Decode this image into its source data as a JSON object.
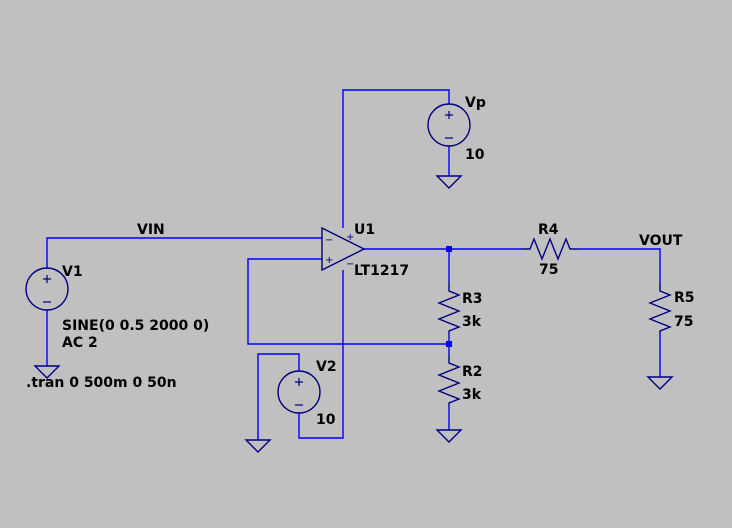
{
  "nets": {
    "vin": "VIN",
    "vout": "VOUT"
  },
  "opamp": {
    "ref": "U1",
    "model": "LT1217",
    "minus": "−",
    "plus": "+"
  },
  "sources": {
    "vp": {
      "ref": "Vp",
      "value": "10"
    },
    "v1": {
      "ref": "V1",
      "value": "SINE(0 0.5 2000 0)",
      "ac": "AC 2"
    },
    "v2": {
      "ref": "V2",
      "value": "10"
    }
  },
  "resistors": {
    "r2": {
      "ref": "R2",
      "value": "3k"
    },
    "r3": {
      "ref": "R3",
      "value": "3k"
    },
    "r4": {
      "ref": "R4",
      "value": "75"
    },
    "r5": {
      "ref": "R5",
      "value": "75"
    }
  },
  "directive": ".tran 0 500m 0 50n",
  "colors": {
    "background": "#c0c0c0",
    "wire": "#0000ff",
    "component": "#000080",
    "text": "#000000"
  }
}
